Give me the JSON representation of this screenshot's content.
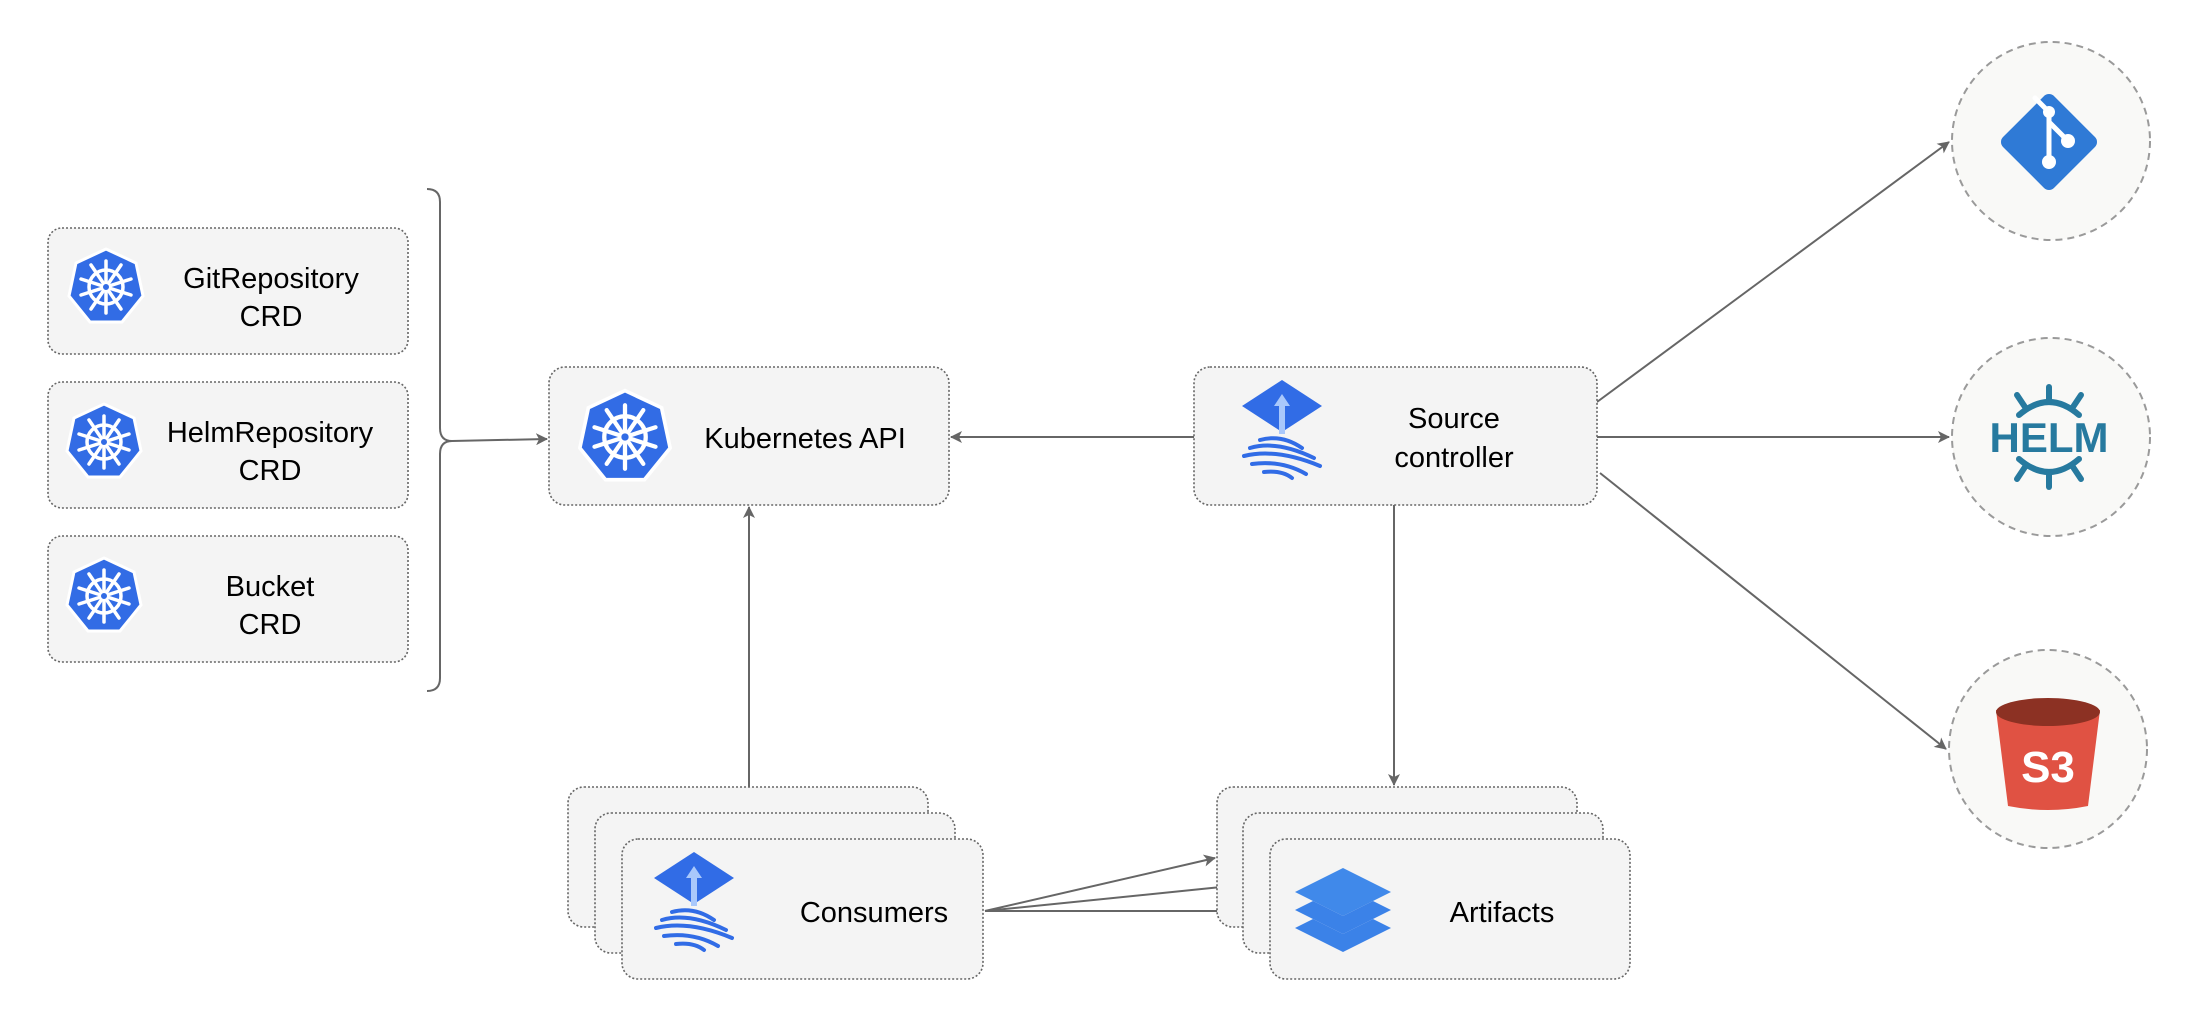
{
  "nodes": {
    "git_repository_crd": {
      "line1": "GitRepository",
      "line2": "CRD",
      "icon": "kubernetes-icon"
    },
    "helm_repository_crd": {
      "line1": "HelmRepository",
      "line2": "CRD",
      "icon": "kubernetes-icon"
    },
    "bucket_crd": {
      "line1": "Bucket",
      "line2": "CRD",
      "icon": "kubernetes-icon"
    },
    "kubernetes_api": {
      "label": "Kubernetes API",
      "icon": "kubernetes-icon"
    },
    "source_controller": {
      "line1": "Source",
      "line2": "controller",
      "icon": "flux-icon"
    },
    "consumers": {
      "label": "Consumers",
      "icon": "flux-icon"
    },
    "artifacts": {
      "label": "Artifacts",
      "icon": "layers-icon"
    },
    "git": {
      "icon": "git-icon"
    },
    "helm": {
      "logo_text": "HELM",
      "icon": "helm-icon"
    },
    "s3": {
      "logo_text": "S3",
      "icon": "s3-bucket-icon"
    }
  },
  "edges": [
    {
      "from": "crds",
      "to": "kubernetes_api"
    },
    {
      "from": "source_controller",
      "to": "kubernetes_api"
    },
    {
      "from": "consumers",
      "to": "kubernetes_api"
    },
    {
      "from": "source_controller",
      "to": "artifacts"
    },
    {
      "from": "source_controller",
      "to": "git"
    },
    {
      "from": "source_controller",
      "to": "helm"
    },
    {
      "from": "source_controller",
      "to": "s3"
    },
    {
      "from": "consumers",
      "to": "artifacts"
    }
  ],
  "colors": {
    "kubernetes_blue": "#326ce5",
    "flux_blue": "#316ce6",
    "helm_teal": "#277a9f",
    "s3_red": "#e05243",
    "git_blue": "#2f7ad6"
  }
}
